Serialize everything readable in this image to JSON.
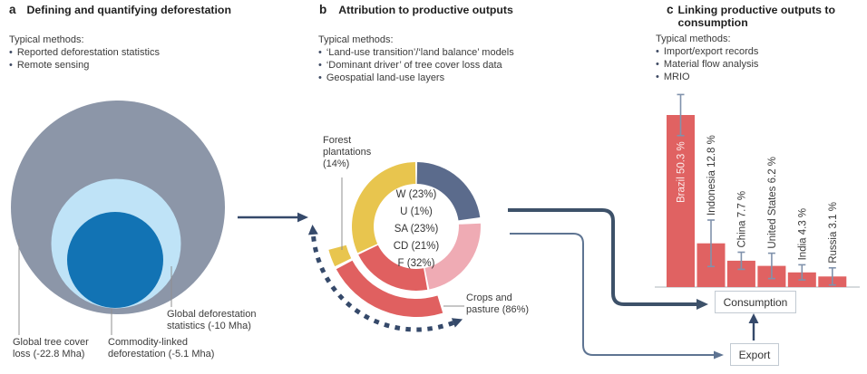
{
  "figure": {
    "panels": {
      "a": {
        "letter": "a",
        "title": "Defining and quantifying deforestation",
        "methods_heading": "Typical methods:",
        "methods": [
          "Reported deforestation statistics",
          "Remote sensing"
        ],
        "circles": [
          {
            "name": "Global tree cover loss",
            "value_label": "-22.8 Mha",
            "color": "#8c96a8"
          },
          {
            "name": "Global deforestation statistics",
            "value_label": "-10 Mha",
            "color": "#bfe3f7"
          },
          {
            "name": "Commodity-linked deforestation",
            "value_label": "-5.1 Mha",
            "color": "#1273b4"
          }
        ],
        "callouts": [
          {
            "lines": [
              "Global tree cover",
              "loss (-22.8 Mha)"
            ]
          },
          {
            "lines": [
              "Commodity-linked",
              "deforestation (-5.1 Mha)"
            ]
          },
          {
            "lines": [
              "Global deforestation",
              "statistics (-10 Mha)"
            ]
          }
        ]
      },
      "b": {
        "letter": "b",
        "title": "Attribution to productive outputs",
        "methods_heading": "Typical methods:",
        "methods": [
          "‘Land-use transition’/‘land balance’ models",
          "‘Dominant driver’ of tree cover loss data",
          "Geospatial land-use layers"
        ]
      },
      "c": {
        "letter": "c",
        "title": "Linking productive outputs to consumption",
        "methods_heading": "Typical methods:",
        "methods": [
          "Import/export records",
          "Material flow analysis",
          "MRIO"
        ]
      }
    },
    "flow": {
      "consumption": "Consumption",
      "export": "Export"
    }
  },
  "chart_data": [
    {
      "type": "pie",
      "subtype": "donut",
      "series": [
        {
          "label": "W",
          "value": 23,
          "color": "#5b6b8c"
        },
        {
          "label": "U",
          "value": 1,
          "color": "#ffffff"
        },
        {
          "label": "SA",
          "value": 23,
          "color": "#efabb4"
        },
        {
          "label": "CD",
          "value": 21,
          "color": "#e06060"
        },
        {
          "label": "F",
          "value": 32,
          "color": "#e8c54e"
        }
      ],
      "center_labels": [
        "W (23%)",
        "U (1%)",
        "SA (23%)",
        "CD (21%)",
        "F (32%)"
      ],
      "outer_arcs": [
        {
          "label": "Crops and pasture",
          "value": 86,
          "color": "#e06060"
        },
        {
          "label": "Forest plantations",
          "value": 14,
          "color": "#e8c54e"
        }
      ],
      "callouts": {
        "forest_plantations": [
          "Forest",
          "plantations",
          "(14%)"
        ],
        "crops_pasture": [
          "Crops and",
          "pasture (86%)"
        ]
      }
    },
    {
      "type": "bar",
      "categories": [
        "Brazil",
        "Indonesia",
        "China",
        "United States",
        "India",
        "Russia"
      ],
      "values": [
        50.3,
        12.8,
        7.7,
        6.2,
        4.3,
        3.1
      ],
      "errors": [
        6.0,
        6.8,
        2.5,
        3.7,
        2.2,
        2.5
      ],
      "bar_labels": [
        "Brazil 50.3 %",
        "Indonesia 12.8 %",
        "China 7.7 %",
        "United States 6.2 %",
        "India 4.3 %",
        "Russia 3.1 %"
      ],
      "inside_label": "Brazil",
      "ylim": [
        0,
        60
      ],
      "bar_color": "#e06262",
      "error_color": "#8092ac",
      "legend": "none",
      "grid": "off"
    }
  ],
  "colors": {
    "arrow_dark": "#35496a",
    "connector_thick": "#3d5169",
    "connector_thin": "#5e7492",
    "callout_line": "#8f8f8f",
    "axis_line": "#c8cdd2",
    "box_border": "#c2cad2",
    "bar_inside_label": "#fbecec",
    "text_dark": "#1f1f1f",
    "text_body": "#3b3b3b"
  }
}
